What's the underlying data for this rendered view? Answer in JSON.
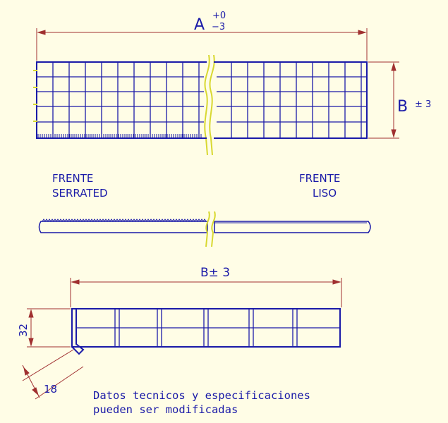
{
  "dims": {
    "a_label": "A",
    "a_tol_plus": "+0",
    "a_tol_minus": "−3",
    "b_label": "B",
    "b_tol": "± 3",
    "section_b_label": "B± 3",
    "height_value": "32",
    "angle_value": "18"
  },
  "labels": {
    "serrated_line1": "FRENTE",
    "serrated_line2": "SERRATED",
    "liso_line1": "FRENTE",
    "liso_line2": "LISO"
  },
  "note": {
    "line1": "Datos tecnicos y especificaciones",
    "line2": "pueden ser modificadas"
  },
  "colors": {
    "background": "#fffde6",
    "outline": "#1a1aa8",
    "dimension": "#a03030",
    "break_mark": "#d8d830",
    "text": "#1a1aa8"
  }
}
